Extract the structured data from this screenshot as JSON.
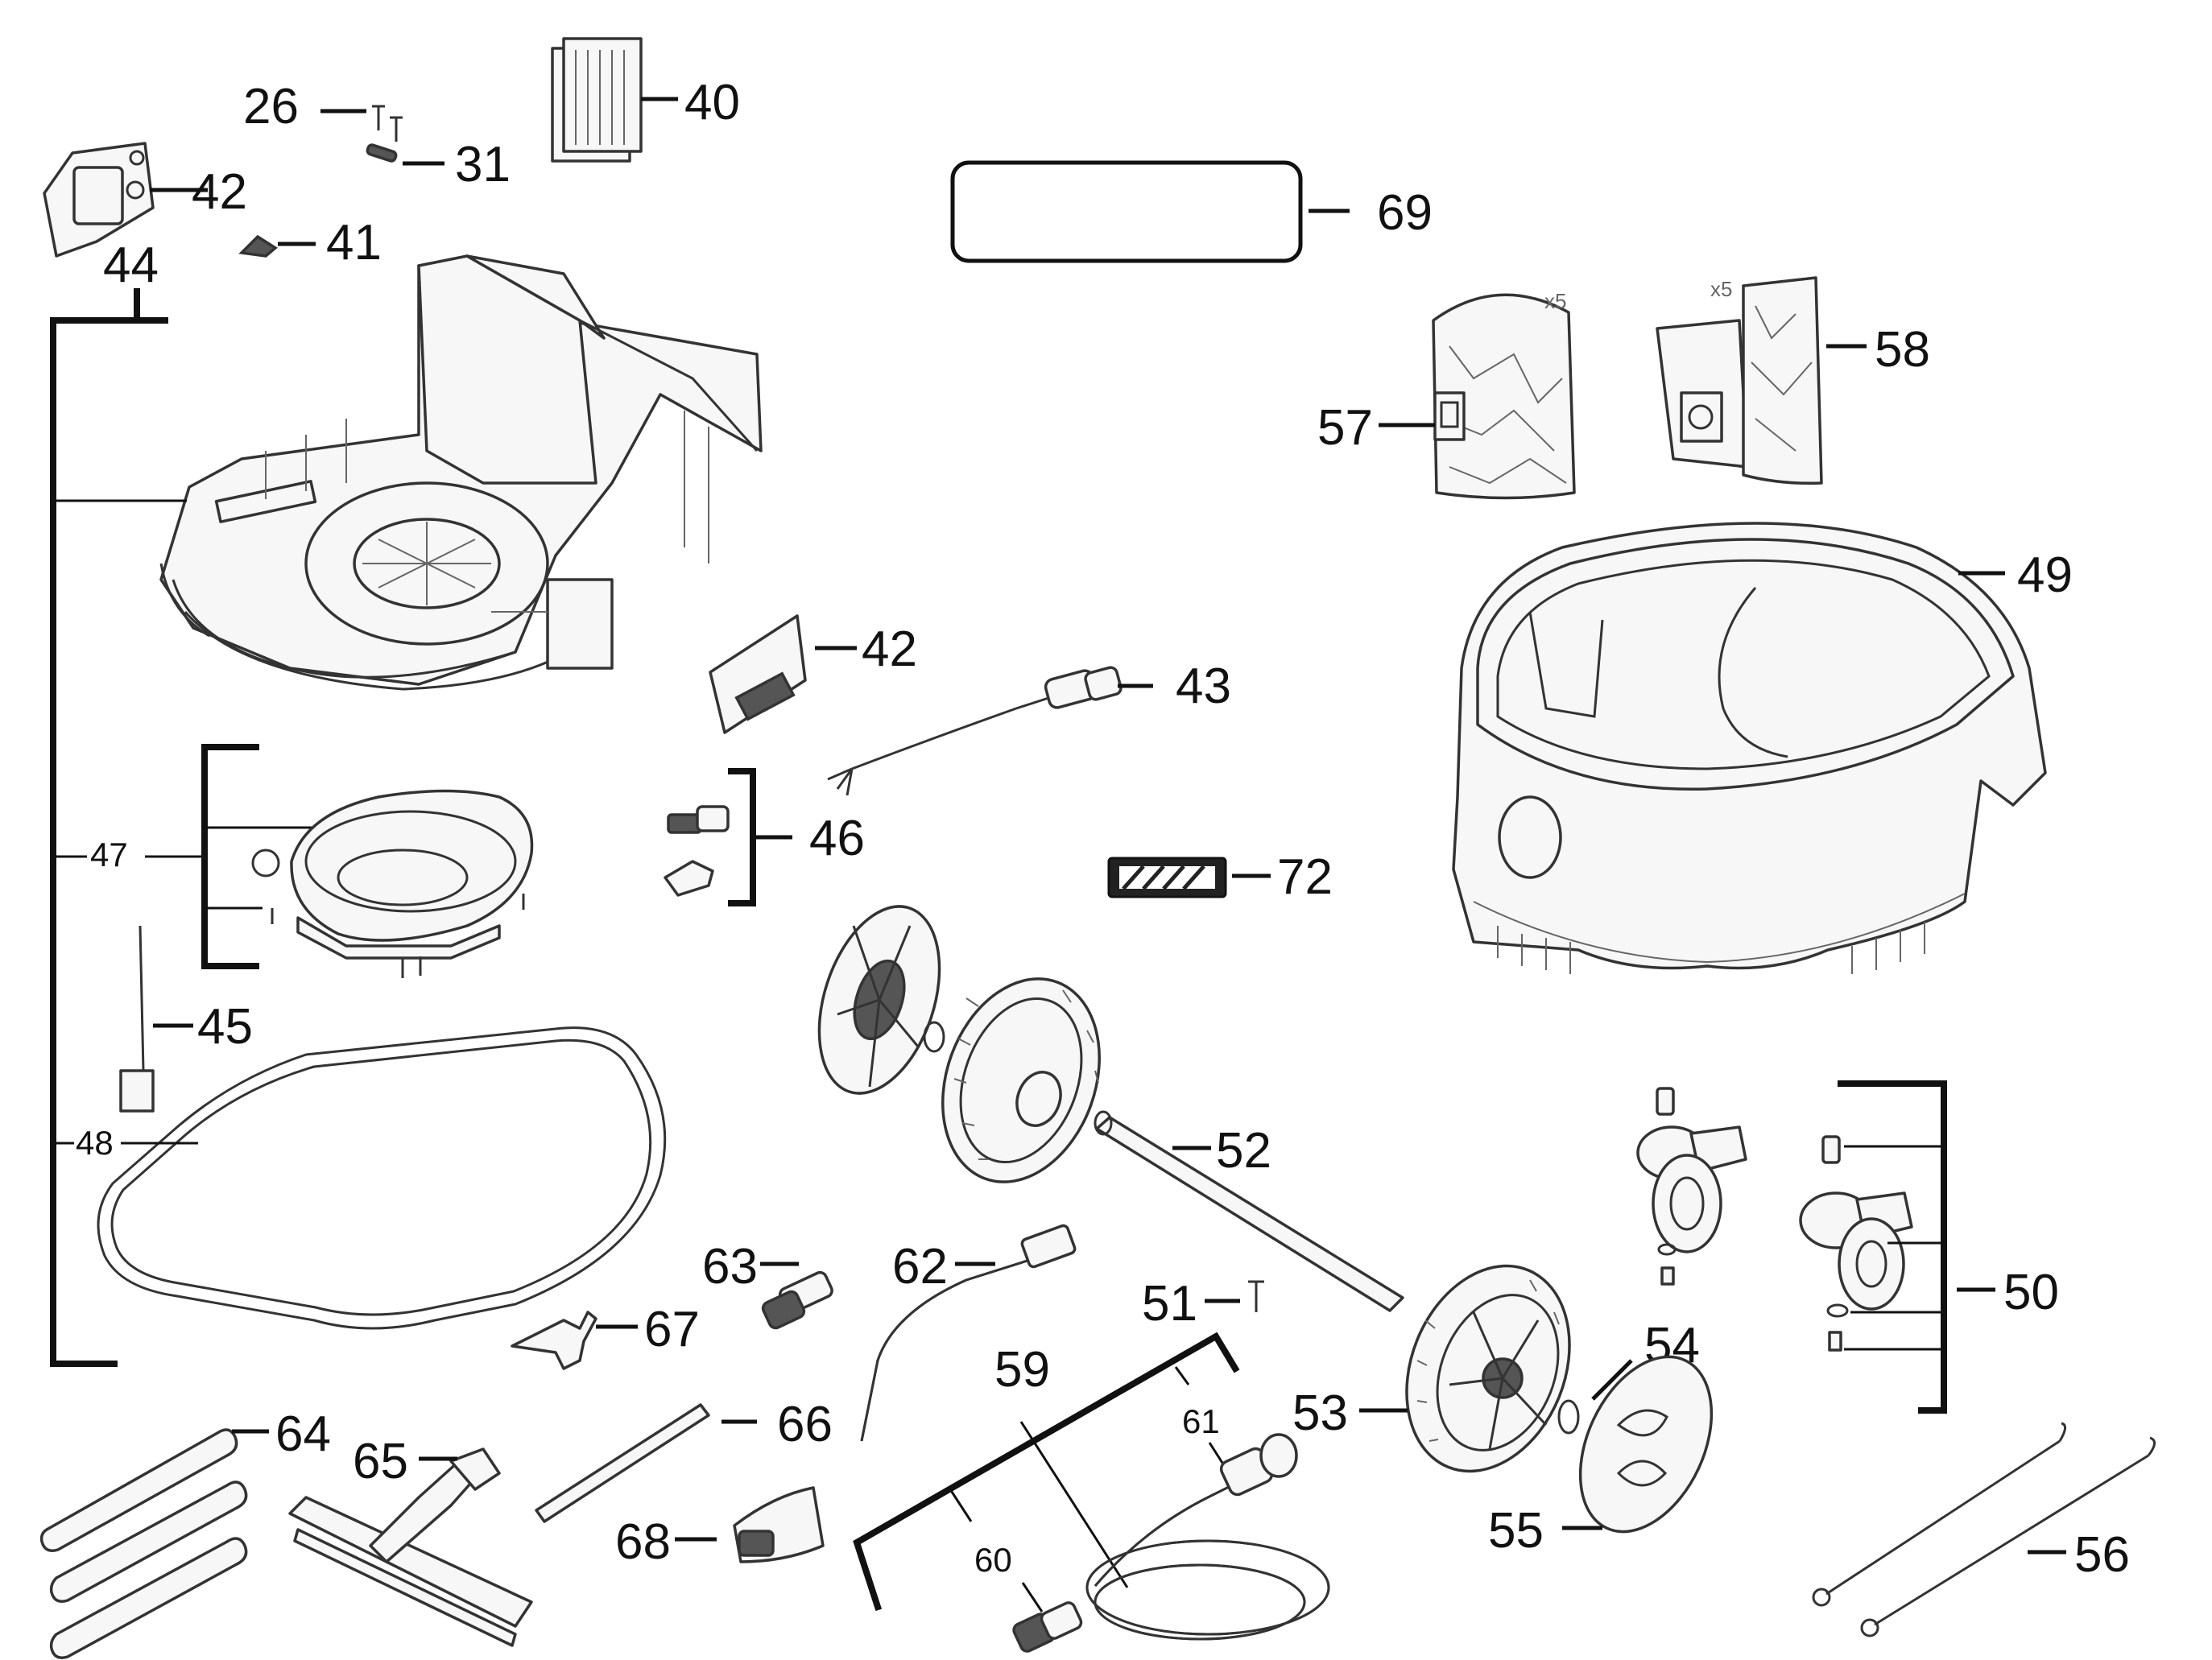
{
  "diagram": {
    "callouts": {
      "c26": "26",
      "c31": "31",
      "c40": "40",
      "c42a": "42",
      "c41": "41",
      "c44": "44",
      "c69": "69",
      "c57": "57",
      "c58": "58",
      "c49": "49",
      "c42b": "42",
      "c43": "43",
      "c46": "46",
      "c72": "72",
      "c47": "47",
      "c45": "45",
      "c48": "48",
      "c52": "52",
      "c50": "50",
      "c63": "63",
      "c62": "62",
      "c51": "51",
      "c67": "67",
      "c59": "59",
      "c54": "54",
      "c53": "53",
      "c61": "61",
      "c64": "64",
      "c65": "65",
      "c66": "66",
      "c68": "68",
      "c55": "55",
      "c60": "60",
      "c56": "56"
    },
    "quantity_marks": {
      "bag57": "x5",
      "bag58": "x5"
    }
  }
}
